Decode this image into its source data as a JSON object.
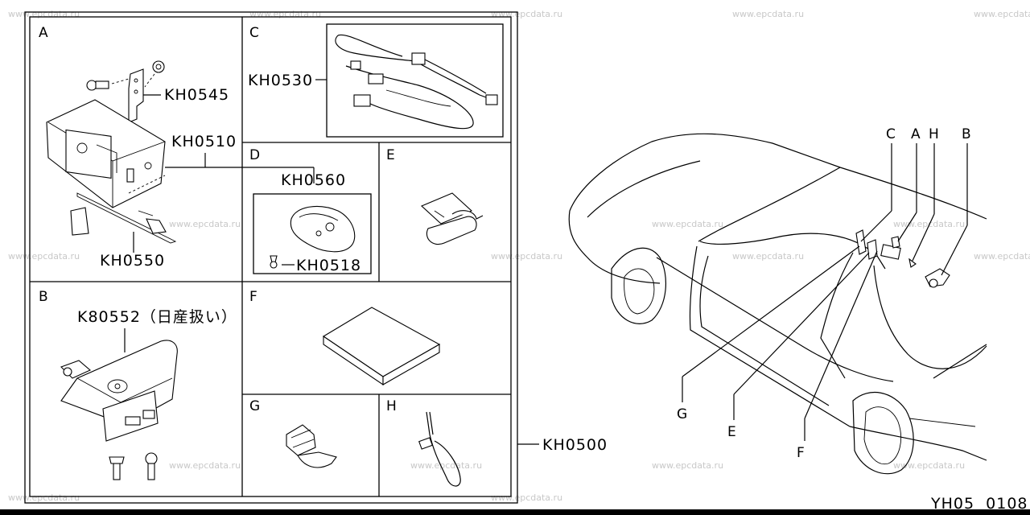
{
  "watermark": "www.epcdata.ru",
  "panels": {
    "A": {
      "letter": "A",
      "parts": [
        "KH0545",
        "KH0510",
        "KH0550"
      ]
    },
    "B": {
      "letter": "B",
      "parts": [
        "K80552（日産扱い）"
      ]
    },
    "C": {
      "letter": "C",
      "parts": [
        "KH0530"
      ]
    },
    "D": {
      "letter": "D",
      "parts": [
        "KH0560",
        "KH0518"
      ]
    },
    "E": {
      "letter": "E"
    },
    "F": {
      "letter": "F"
    },
    "G": {
      "letter": "G"
    },
    "H": {
      "letter": "H"
    }
  },
  "kit_label": "KH0500",
  "car_callouts": {
    "top": [
      "C",
      "A",
      "H",
      "B"
    ],
    "bottom": [
      "G",
      "E",
      "F"
    ]
  },
  "diagram_id": "YH05  0108"
}
